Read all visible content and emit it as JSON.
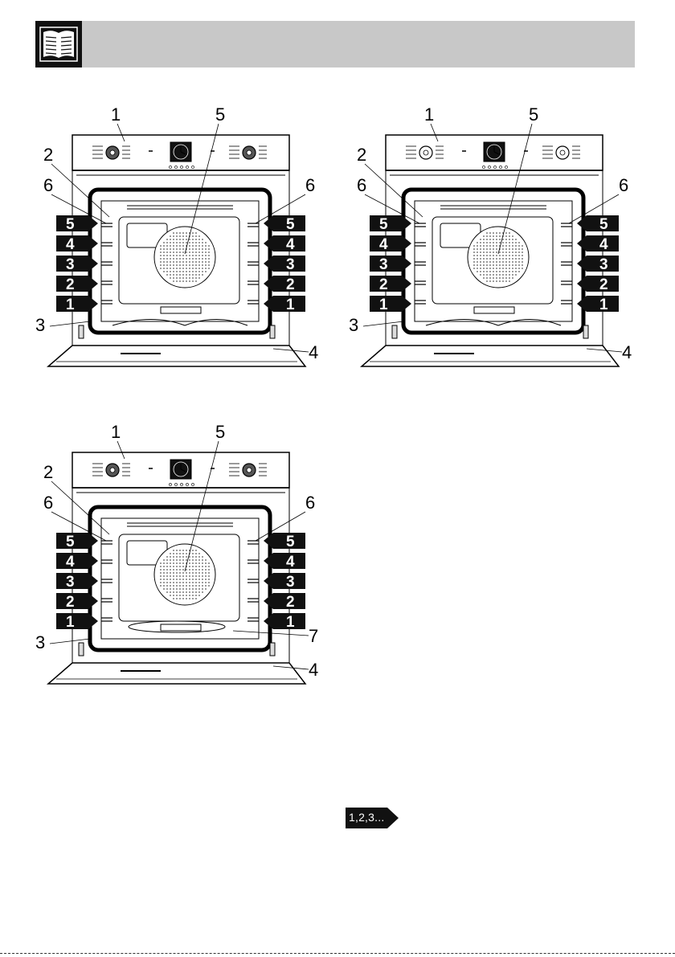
{
  "header": {
    "icon": "open-book-icon"
  },
  "figures": [
    {
      "id": "fig-a",
      "callouts": {
        "c1": "1",
        "c2": "2",
        "c3": "3",
        "c4": "4",
        "c5": "5",
        "c6l": "6",
        "c6r": "6"
      },
      "shelves": [
        "5",
        "4",
        "3",
        "2",
        "1"
      ]
    },
    {
      "id": "fig-b",
      "callouts": {
        "c1": "1",
        "c2": "2",
        "c3": "3",
        "c4": "4",
        "c5": "5",
        "c6l": "6",
        "c6r": "6"
      },
      "shelves": [
        "5",
        "4",
        "3",
        "2",
        "1"
      ]
    },
    {
      "id": "fig-c",
      "callouts": {
        "c1": "1",
        "c2": "2",
        "c3": "3",
        "c4": "4",
        "c5": "5",
        "c6l": "6",
        "c6r": "6",
        "c7": "7"
      },
      "shelves": [
        "5",
        "4",
        "3",
        "2",
        "1"
      ]
    }
  ],
  "reference_tag": {
    "label": "1,2,3..."
  }
}
